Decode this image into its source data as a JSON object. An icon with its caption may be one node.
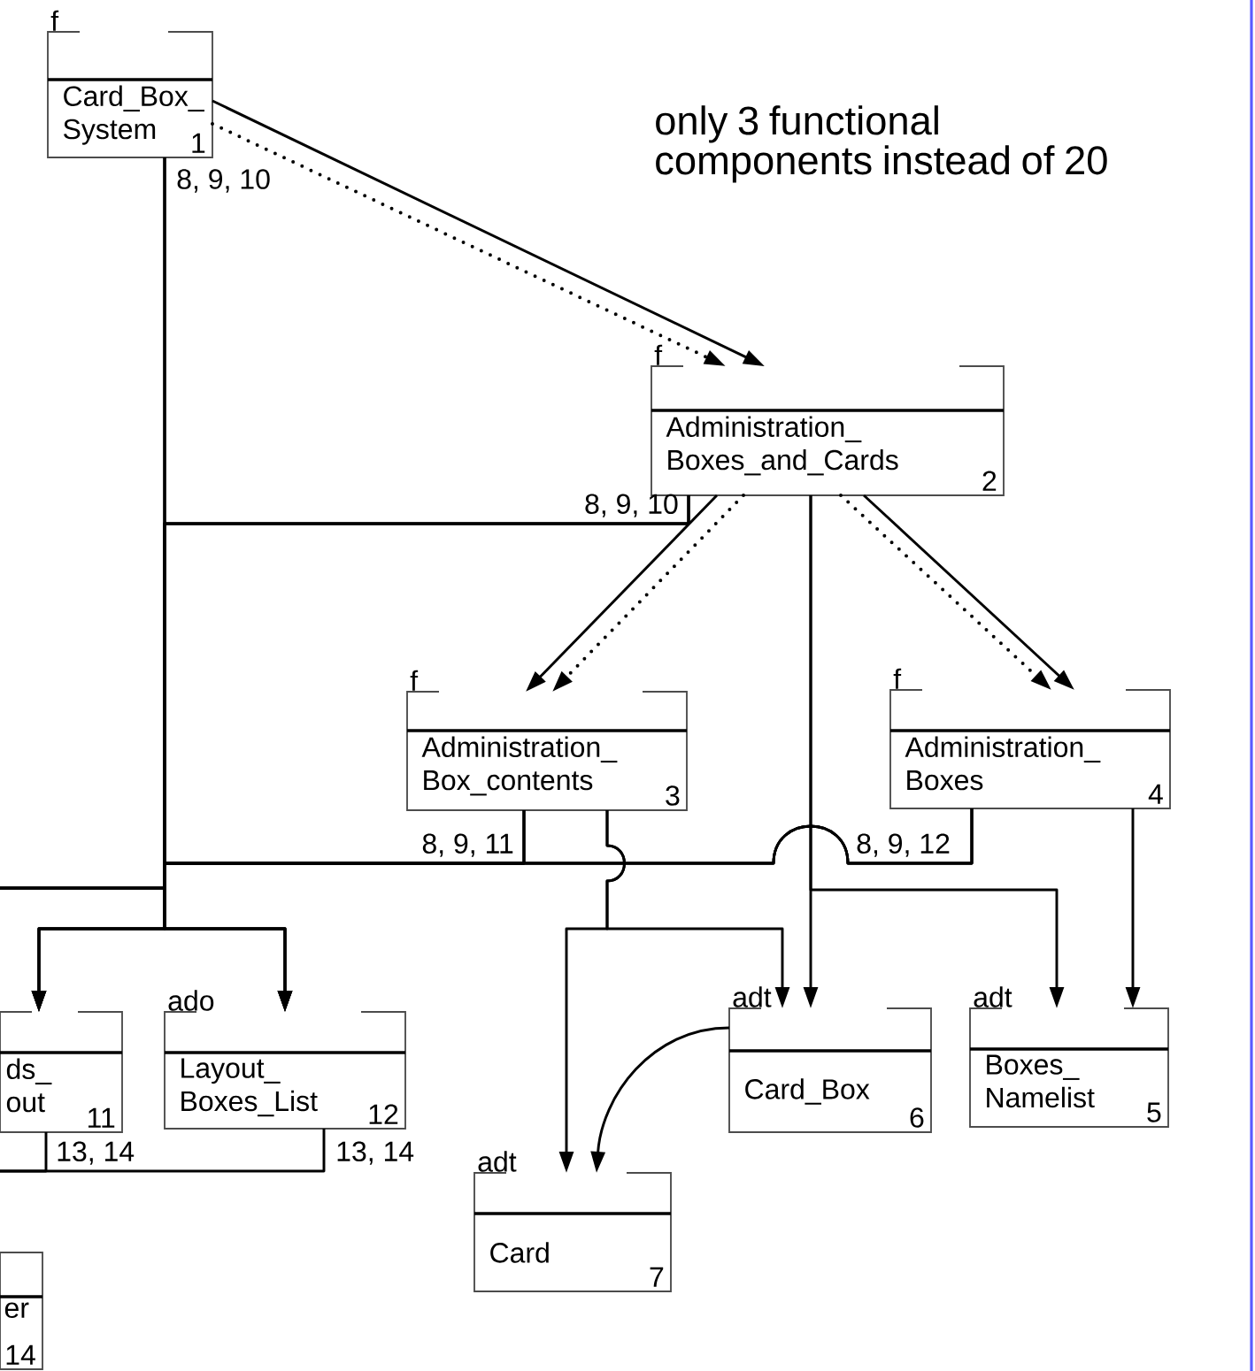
{
  "diagram": {
    "nodes": [
      {
        "text": [
          "f",
          "Card_Box_ System",
          "1"
        ]
      },
      {
        "text": [
          "f",
          "Administration_ Boxes_and_Cards",
          "2"
        ]
      },
      {
        "text": [
          "f",
          "Administration_ Box_contents",
          "3"
        ]
      },
      {
        "text": [
          "f",
          "Administration_ Boxes",
          "4"
        ]
      },
      {
        "text": [
          "ds_ out",
          "11"
        ]
      },
      {
        "text": [
          "ado",
          "Layout_ Boxes_List",
          "12"
        ]
      },
      {
        "text": [
          "adt",
          "Card_Box",
          "6"
        ]
      },
      {
        "text": [
          "adt",
          "Boxes_ Namelist",
          "5"
        ]
      },
      {
        "text": [
          "adt",
          "Card",
          "7"
        ]
      },
      {
        "text": [
          "er",
          "14"
        ]
      }
    ],
    "edges": [
      {
        "from": 0,
        "to": 1,
        "arrow": "to"
      },
      {
        "from": 0,
        "to": 1,
        "arrow": "to",
        "style": "dashed"
      },
      {
        "from": 1,
        "to": 2,
        "arrow": "to"
      },
      {
        "from": 1,
        "to": 2,
        "arrow": "to",
        "style": "dashed"
      },
      {
        "from": 1,
        "to": 3,
        "arrow": "to"
      },
      {
        "from": 1,
        "to": 3,
        "arrow": "to",
        "style": "dashed"
      },
      {
        "from": 0,
        "to": 4,
        "arrow": "to"
      },
      {
        "from": 0,
        "to": 5,
        "arrow": "to"
      },
      {
        "from": 0,
        "to": null,
        "arrow": "none"
      },
      {
        "from": 1,
        "to": 4,
        "arrow": "to"
      },
      {
        "from": 1,
        "to": 5,
        "arrow": "to"
      },
      {
        "from": 1,
        "to": null,
        "arrow": "none"
      },
      {
        "from": 2,
        "to": 4,
        "arrow": "to"
      },
      {
        "from": 2,
        "to": 5,
        "arrow": "to"
      },
      {
        "from": 2,
        "to": null,
        "arrow": "none"
      },
      {
        "from": 3,
        "to": 4,
        "arrow": "to"
      },
      {
        "from": 3,
        "to": 5,
        "arrow": "to"
      },
      {
        "from": 3,
        "to": null,
        "arrow": "none"
      },
      {
        "from": 2,
        "to": 8,
        "arrow": "to"
      },
      {
        "from": 2,
        "to": 6,
        "arrow": "to"
      },
      {
        "from": 1,
        "to": 6,
        "arrow": "to"
      },
      {
        "from": 1,
        "to": 7,
        "arrow": "to"
      },
      {
        "from": 3,
        "to": 7,
        "arrow": "to"
      },
      {
        "from": 6,
        "to": 8,
        "arrow": "to"
      },
      {
        "from": 4,
        "to": null,
        "arrow": "none"
      },
      {
        "from": 5,
        "to": null,
        "arrow": "none"
      }
    ],
    "labels": [
      "only 3 functional components instead of 20",
      "8, 9, 10",
      "8, 9, 10",
      "8, 9, 11",
      "8, 9, 12",
      "13, 14",
      "13, 14"
    ]
  }
}
